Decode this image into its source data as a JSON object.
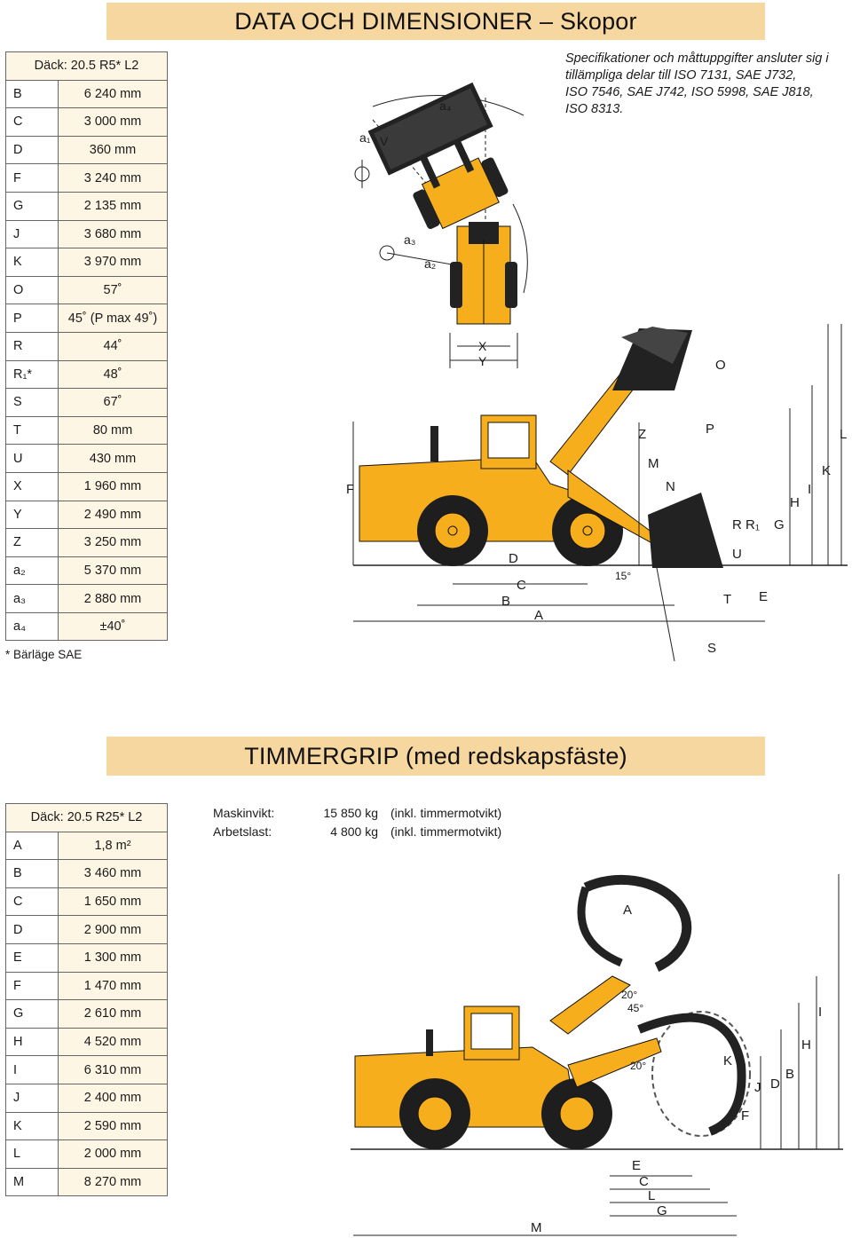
{
  "section1": {
    "title": "DATA OCH DIMENSIONER – Skopor",
    "table_header": "Däck: 20.5 R5* L2",
    "rows": [
      {
        "k": "B",
        "v": "6 240 mm"
      },
      {
        "k": "C",
        "v": "3 000 mm"
      },
      {
        "k": "D",
        "v": "360 mm"
      },
      {
        "k": "F",
        "v": "3 240 mm"
      },
      {
        "k": "G",
        "v": "2 135 mm"
      },
      {
        "k": "J",
        "v": "3 680 mm"
      },
      {
        "k": "K",
        "v": "3 970 mm"
      },
      {
        "k": "O",
        "v": "57˚"
      },
      {
        "k": "P",
        "v": "45˚ (P max 49˚)"
      },
      {
        "k": "R",
        "v": "44˚"
      },
      {
        "k": "R₁*",
        "v": "48˚"
      },
      {
        "k": "S",
        "v": "67˚"
      },
      {
        "k": "T",
        "v": "80 mm"
      },
      {
        "k": "U",
        "v": "430 mm"
      },
      {
        "k": "X",
        "v": "1 960 mm"
      },
      {
        "k": "Y",
        "v": "2 490 mm"
      },
      {
        "k": "Z",
        "v": "3 250 mm"
      },
      {
        "k": "a₂",
        "v": "5 370 mm"
      },
      {
        "k": "a₃",
        "v": "2 880 mm"
      },
      {
        "k": "a₄",
        "v": "±40˚"
      }
    ],
    "footnote": "* Bärläge SAE",
    "spec_note": [
      "Specifikationer och måttuppgifter ansluter sig i",
      "tillämpliga delar till ISO 7131, SAE J732,",
      "ISO 7546, SAE J742, ISO 5998, SAE J818,",
      "ISO 8313."
    ],
    "top_view_labels": {
      "a1": "a₁",
      "v": "V",
      "a4": "a₄",
      "a3": "a₃",
      "a2": "a₂",
      "x": "X",
      "y": "Y"
    },
    "side_view_labels": {
      "o": "O",
      "z": "Z",
      "p": "P",
      "l": "L",
      "m": "M",
      "k": "K",
      "n": "N",
      "f": "F",
      "h": "H",
      "i": "I",
      "r": "R",
      "r1": "R₁",
      "g": "G",
      "u": "U",
      "d": "D",
      "c": "C",
      "b": "B",
      "a": "A",
      "t": "T",
      "e": "E",
      "s": "S",
      "angle15": "15°"
    }
  },
  "section2": {
    "title": "TIMMERGRIP (med redskapsfäste)",
    "table_header": "Däck: 20.5 R25* L2",
    "rows": [
      {
        "k": "A",
        "v": "1,8 m²"
      },
      {
        "k": "B",
        "v": "3 460 mm"
      },
      {
        "k": "C",
        "v": "1 650 mm"
      },
      {
        "k": "D",
        "v": "2 900 mm"
      },
      {
        "k": "E",
        "v": "1 300 mm"
      },
      {
        "k": "F",
        "v": "1 470 mm"
      },
      {
        "k": "G",
        "v": "2 610 mm"
      },
      {
        "k": "H",
        "v": "4 520 mm"
      },
      {
        "k": "I",
        "v": "6 310 mm"
      },
      {
        "k": "J",
        "v": "2 400 mm"
      },
      {
        "k": "K",
        "v": "2 590 mm"
      },
      {
        "k": "L",
        "v": "2 000 mm"
      },
      {
        "k": "M",
        "v": "8 270 mm"
      }
    ],
    "mass": [
      {
        "label": "Maskinvikt:",
        "value": "15 850 kg",
        "note": "(inkl. timmermotvikt)"
      },
      {
        "label": "Arbetslast:",
        "value": "4 800 kg",
        "note": "(inkl. timmermotvikt)"
      }
    ],
    "diagram_labels": {
      "a": "A",
      "i": "I",
      "angle20a": "20°",
      "angle45": "45°",
      "h": "H",
      "angle20b": "20°",
      "k": "K",
      "b": "B",
      "j": "J",
      "d": "D",
      "f": "F",
      "e": "E",
      "c": "C",
      "l": "L",
      "g": "G",
      "m": "M"
    }
  },
  "colors": {
    "machine_yellow": "#f7ae1c",
    "banner": "#f6d79f",
    "table_fill": "#fef6e4"
  }
}
